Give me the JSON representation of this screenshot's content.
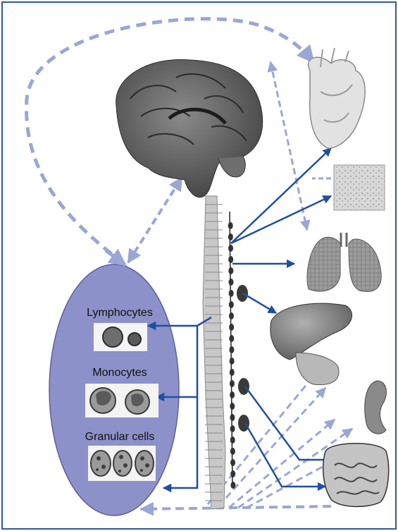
{
  "immune_labels": {
    "lymphocytes": "Lymphocytes",
    "monocytes": "Monocytes",
    "granular_cells": "Granular cells"
  },
  "colors": {
    "frame": "#2e5a9a",
    "efferent_arrow": "#1f4fa0",
    "feedback_arrow": "#9aa6d6",
    "immune_ellipse": "#8c91c9",
    "brain": "#5a5a5a",
    "spinal_cord": "#c8c8c8",
    "organ_gray": "#9a9a9a"
  },
  "icons": [
    "brain-icon",
    "spinal-cord-icon",
    "heart-icon",
    "muscle-tissue-icon",
    "lungs-icon",
    "liver-icon",
    "kidney-icon",
    "intestine-icon",
    "ganglion-icon",
    "blood-cell-icon"
  ]
}
